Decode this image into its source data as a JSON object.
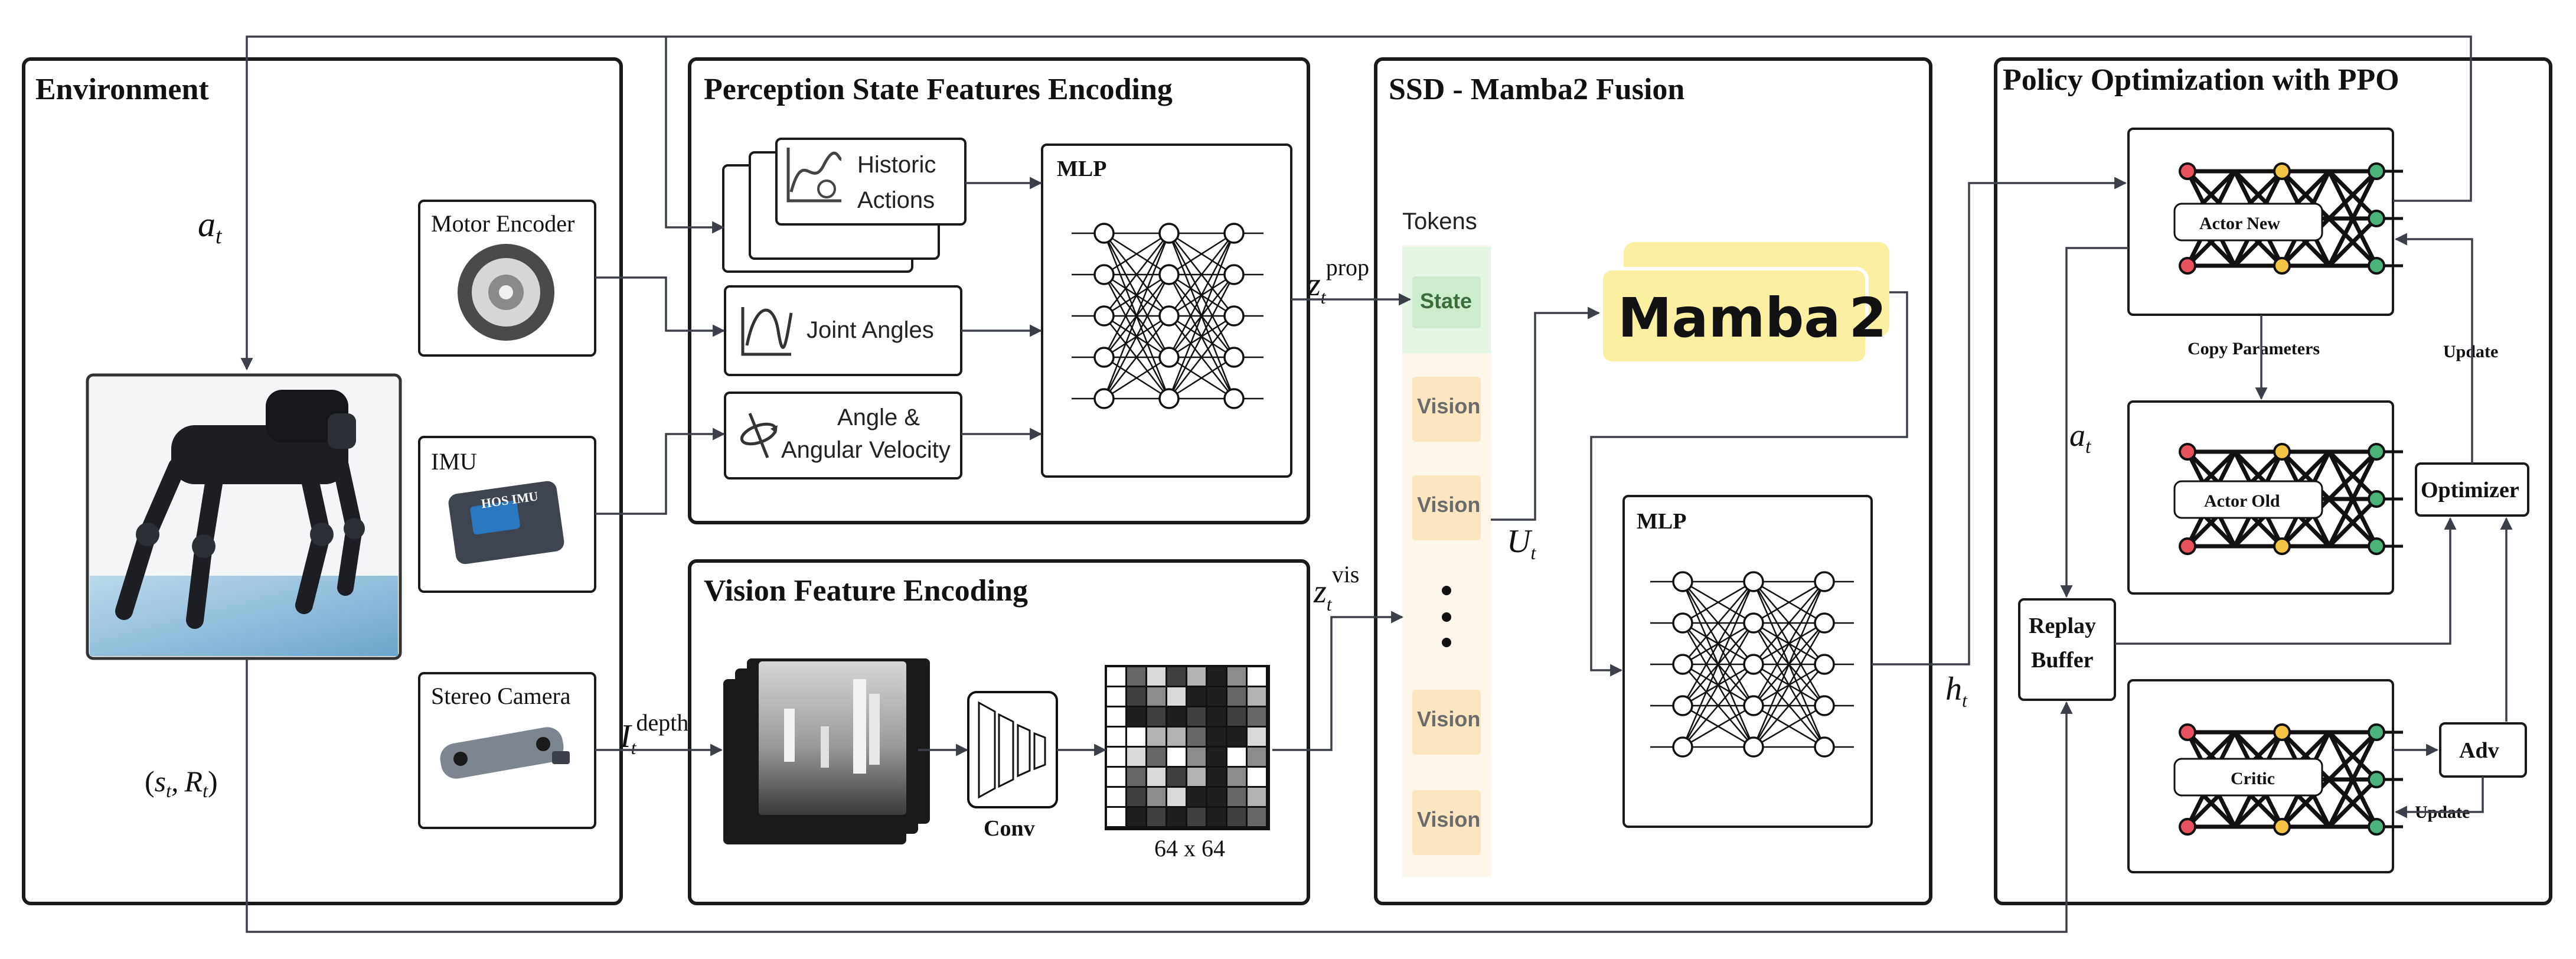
{
  "panels": {
    "environment": "Environment",
    "perception": "Perception State Features Encoding",
    "vision": "Vision Feature Encoding",
    "fusion": "SSD - Mamba2 Fusion",
    "policy": "Policy Optimization with PPO"
  },
  "sensors": {
    "motor": "Motor Encoder",
    "imu": "IMU",
    "camera": "Stereo Camera",
    "imu_print": "HOS IMU"
  },
  "perception": {
    "historic_line1": "Historic",
    "historic_line2": "Actions",
    "joint": "Joint Angles",
    "angle_line1": "Angle &",
    "angle_line2": "Angular Velocity",
    "mlp": "MLP"
  },
  "vision": {
    "conv": "Conv",
    "size": "64 x 64"
  },
  "fusion": {
    "tokens": "Tokens",
    "state": "State",
    "vision_tokens": [
      "Vision",
      "Vision",
      "Vision",
      "Vision"
    ],
    "mamba": "Mamba",
    "mamba_num": "2",
    "mlp": "MLP"
  },
  "policy": {
    "actor_new": "Actor New",
    "actor_old": "Actor Old",
    "critic": "Critic",
    "copy": "Copy Parameters",
    "update1": "Update",
    "update2": "Update",
    "optimizer": "Optimizer",
    "adv": "Adv",
    "replay1": "Replay",
    "replay2": "Buffer"
  },
  "math": {
    "a": "a",
    "t": "t",
    "sr_open": "(",
    "s": "s",
    "comma": ",",
    "R": "R",
    "sr_close": ")",
    "I": "I",
    "depth": "depth",
    "z": "z",
    "prop": "prop",
    "vis": "vis",
    "U": "U",
    "h": "h"
  },
  "colors": {
    "mamba_yellow": "#fbf0a2",
    "state_green": "#cdeccd",
    "vision_token": "#fbe6c2",
    "node_red": "#e8525d",
    "node_yellow": "#f6c445",
    "node_green": "#4bb27a"
  }
}
